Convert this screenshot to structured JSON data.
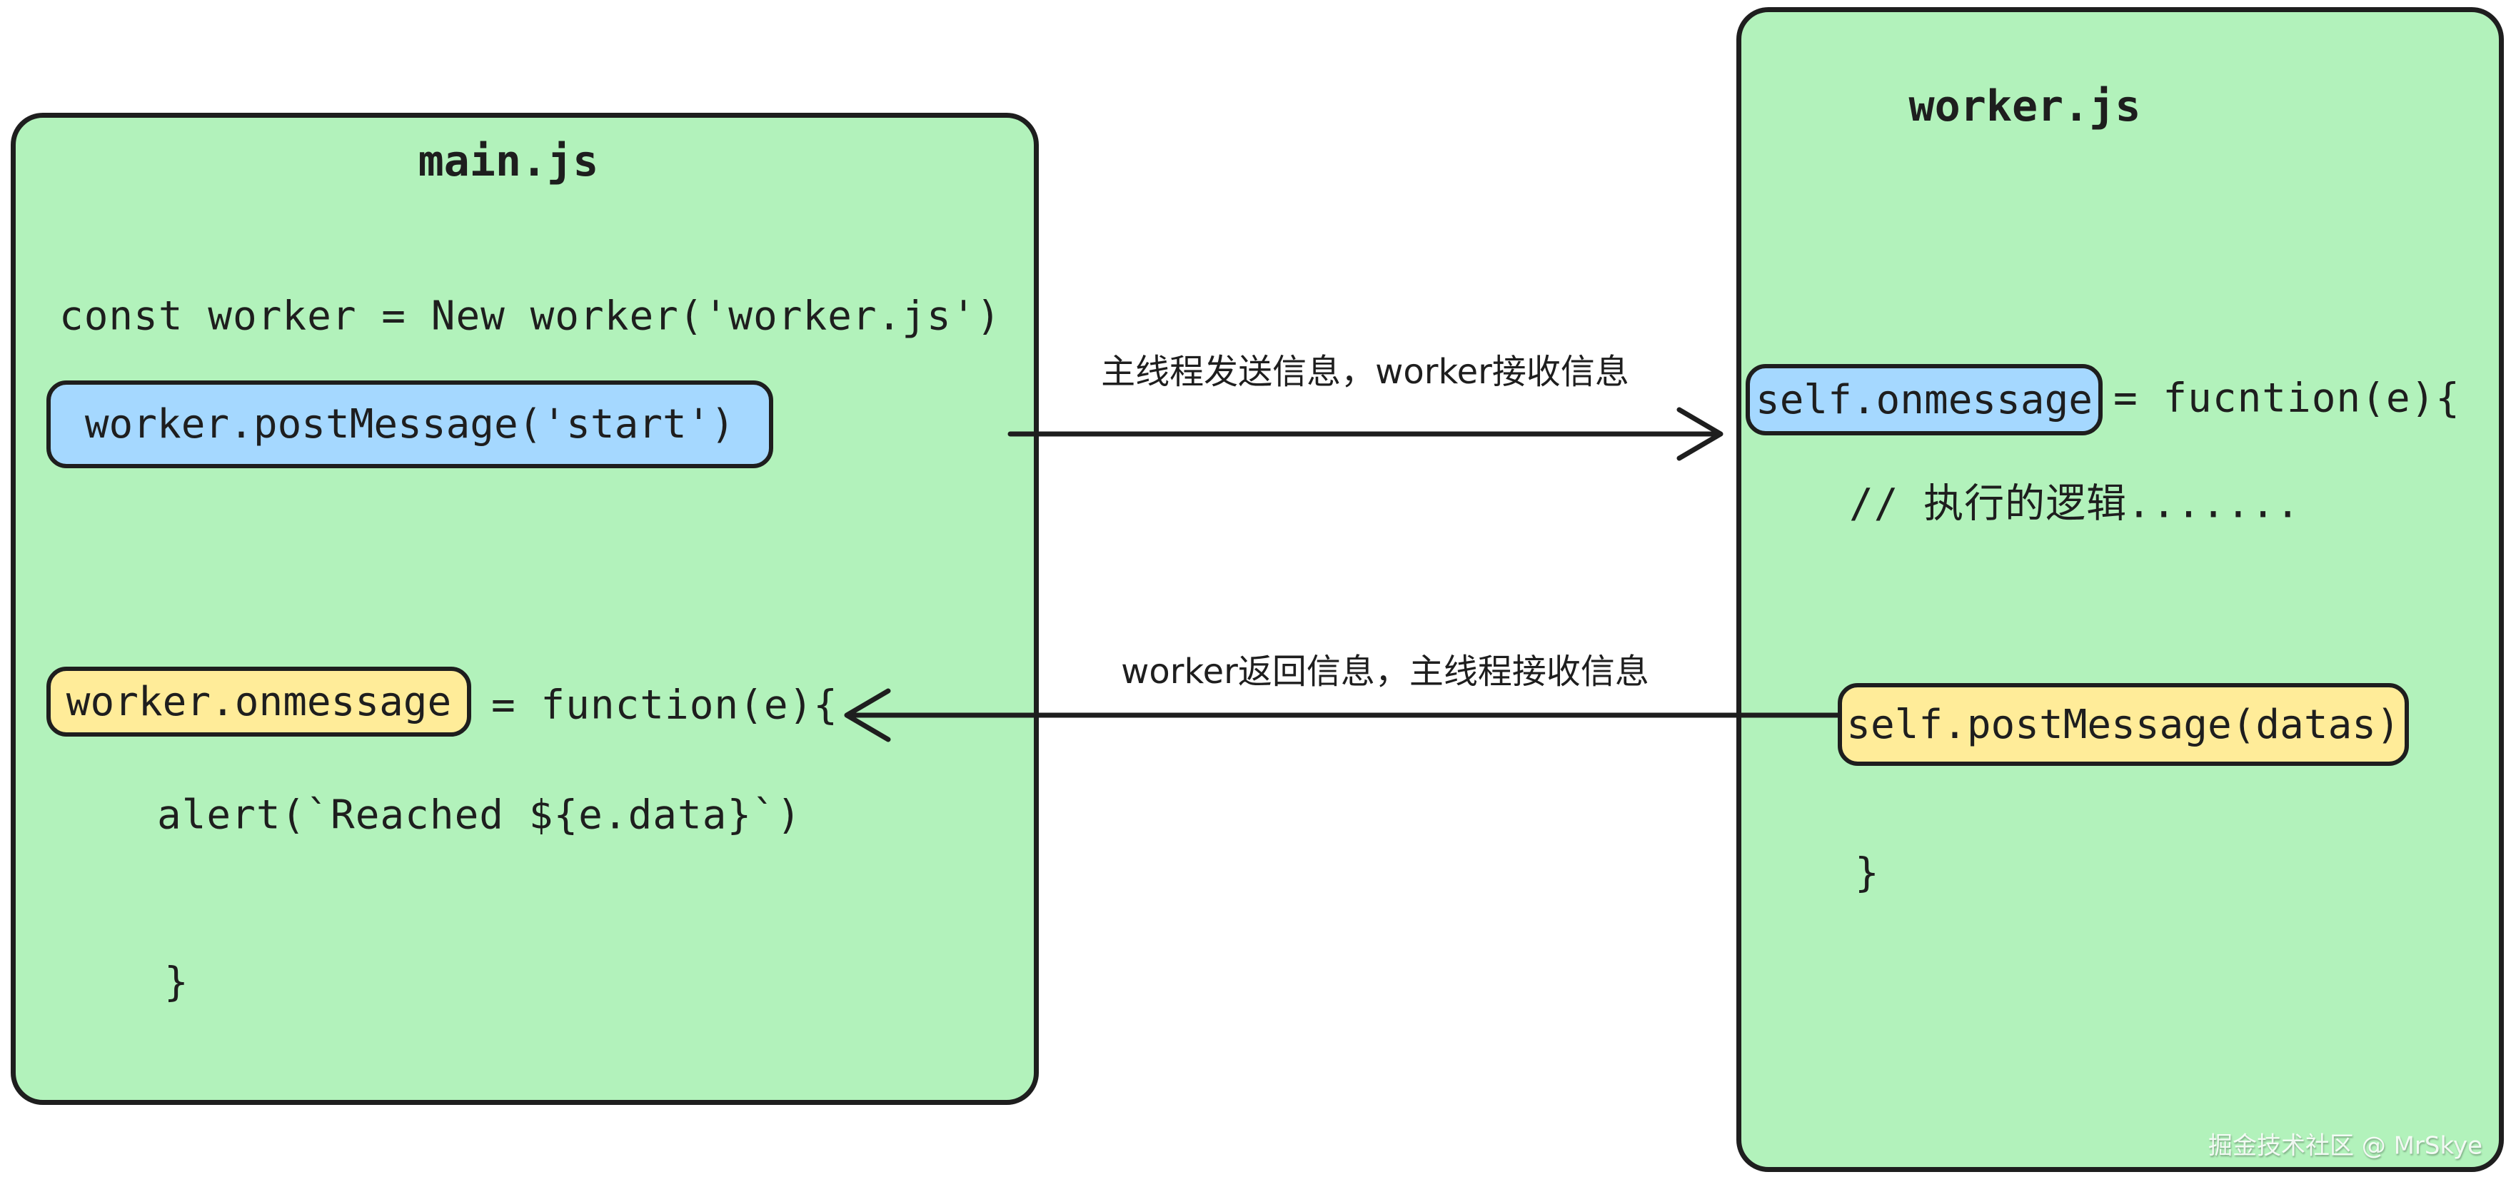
{
  "main_box": {
    "title": "main.js",
    "const_line": "const worker = New worker('worker.js')",
    "post_message_pill": "worker.postMessage('start')",
    "onmessage_pill": "worker.onmessage",
    "onmessage_suffix": "= function(e){",
    "alert_line": "alert(`Reached ${e.data}`)",
    "closing_brace": "}"
  },
  "worker_box": {
    "title": "worker.js",
    "onmessage_pill": "self.onmessage",
    "onmessage_suffix": "= fucntion(e){",
    "comment_line": "// 执行的逻辑.......",
    "post_message_pill": "self.postMessage(datas)",
    "closing_brace": "}",
    "watermark": "掘金技术社区 @ MrSkye"
  },
  "arrows": {
    "to_worker_label": "主线程发送信息，worker接收信息",
    "to_main_label": "worker返回信息，主线程接收信息"
  },
  "colors": {
    "box_fill": "#b2f2bb",
    "blue_fill": "#a5d8ff",
    "yellow_fill": "#ffec99",
    "stroke": "#1e1e1e",
    "watermark_color": "#ffffff"
  }
}
